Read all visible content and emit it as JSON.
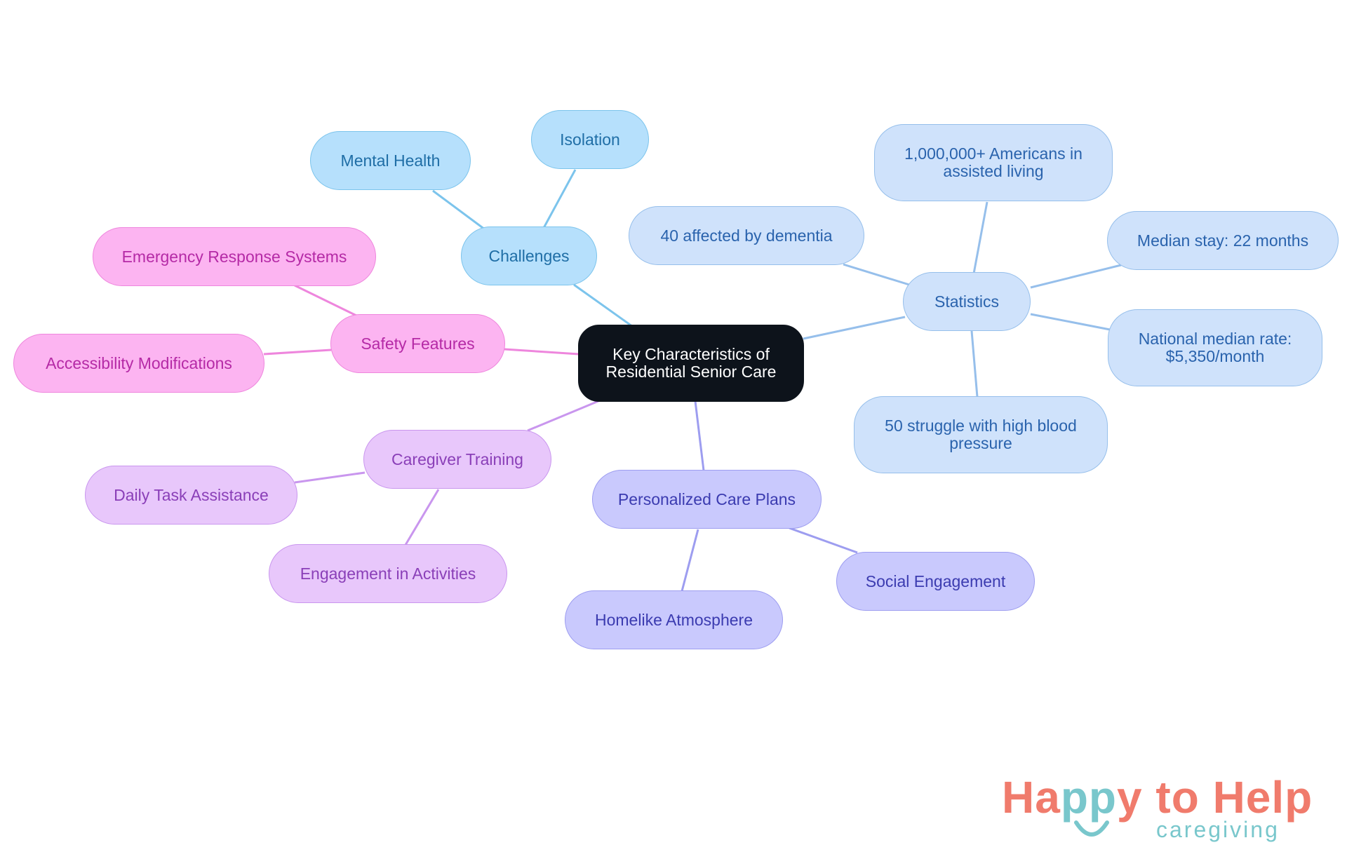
{
  "diagram": {
    "root": "Key Characteristics of Residential Senior Care",
    "branches": {
      "challenges": {
        "label": "Challenges",
        "children": [
          "Mental Health",
          "Isolation"
        ]
      },
      "statistics": {
        "label": "Statistics",
        "children": [
          "1,000,000+ Americans in assisted living",
          "40 affected by dementia",
          "Median stay: 22 months",
          "National median rate: $5,350/month",
          "50 struggle with high blood pressure"
        ]
      },
      "safety": {
        "label": "Safety Features",
        "children": [
          "Emergency Response Systems",
          "Accessibility Modifications"
        ]
      },
      "training": {
        "label": "Caregiver Training",
        "children": [
          "Daily Task Assistance",
          "Engagement in Activities"
        ]
      },
      "plans": {
        "label": "Personalized Care Plans",
        "children": [
          "Social Engagement",
          "Homelike Atmosphere"
        ]
      }
    }
  },
  "colors": {
    "challenges_line": "#7cc4ec",
    "statistics_line": "#96bfeb",
    "safety_line": "#ee86dd",
    "training_line": "#c996ee",
    "plans_line": "#9d9df0"
  },
  "logo": {
    "brand": "Happy to Help",
    "brand_part1": "Ha",
    "brand_part2": "pp",
    "brand_part3": "y to Help",
    "tagline": "caregiving"
  }
}
